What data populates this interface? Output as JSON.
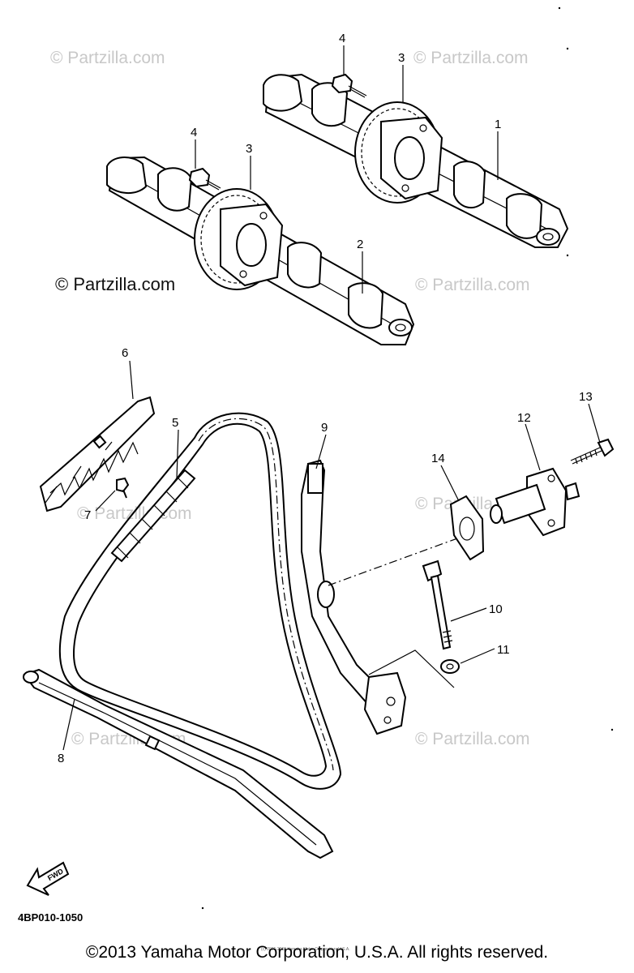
{
  "watermark": {
    "text": "© Partzilla.com"
  },
  "callouts": {
    "c1": "1",
    "c2": "2",
    "c3a": "3",
    "c3b": "3",
    "c4a": "4",
    "c4b": "4",
    "c5": "5",
    "c6": "6",
    "c7": "7",
    "c8": "8",
    "c9": "9",
    "c10": "10",
    "c11": "11",
    "c12": "12",
    "c13": "13",
    "c14": "14"
  },
  "fwd_label": "FWD",
  "diagram_code": "4BP010-1050",
  "tiny_copyright": "(c) 2005-2015 Yamaha Motor Corporation, U.S.A.",
  "footer_text": "©2013 Yamaha Motor Corporation, U.S.A. All rights reserved."
}
